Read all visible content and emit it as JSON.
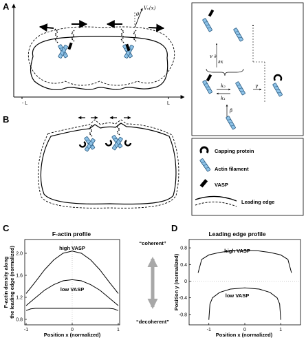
{
  "panels": {
    "A": {
      "letter": "A",
      "x_left": "- L",
      "x_right": "L",
      "velocity_label": "Vₙ(x)",
      "theta": "θ"
    },
    "B": {
      "letter": "B"
    },
    "C": {
      "letter": "C"
    },
    "D": {
      "letter": "D"
    }
  },
  "kinetics": {
    "advection": "v  ∂",
    "advection_den": "∂x",
    "k2": "k₂",
    "k1": "k₁",
    "gamma": "γ",
    "beta": "β"
  },
  "legend": {
    "capping": "Capping protein",
    "actin": "Actin filament",
    "vasp": "VASP",
    "leading_edge": "Leading edge"
  },
  "arrow_labels": {
    "coherent": "“coherent”",
    "decoherent": "“decoherent”"
  },
  "chart_data": [
    {
      "type": "line",
      "title": "F-actin profile",
      "xlabel": "Position x (normalized)",
      "ylabel": "F-actin density along the leading edge (normalized)",
      "ylabel_lines": [
        "F-actin density along",
        "the leading edge (normalized)"
      ],
      "xlim": [
        -1,
        1
      ],
      "ylim": [
        0.7,
        2.25
      ],
      "xticks": [
        "-1",
        "0",
        "1"
      ],
      "yticks": [
        "0.8",
        "1.2",
        "1.6",
        "2.0"
      ],
      "annotations": [
        "high VASP",
        "low VASP"
      ],
      "series": [
        {
          "x": [
            -1,
            -0.8,
            -0.6,
            -0.4,
            -0.2,
            0,
            0.2,
            0.4,
            0.6,
            0.8,
            1
          ],
          "y": [
            1.27,
            1.48,
            1.7,
            1.88,
            2.0,
            2.04,
            2.0,
            1.88,
            1.7,
            1.48,
            1.27
          ]
        },
        {
          "x": [
            -1,
            -0.8,
            -0.6,
            -0.4,
            -0.2,
            0,
            0.2,
            0.4,
            0.6,
            0.8,
            1
          ],
          "y": [
            1.05,
            1.19,
            1.33,
            1.43,
            1.5,
            1.52,
            1.5,
            1.43,
            1.33,
            1.19,
            1.05
          ]
        },
        {
          "x": [
            -1,
            -0.9,
            -0.8,
            -0.5,
            0,
            0.5,
            0.8,
            0.9,
            1
          ],
          "y": [
            0.96,
            0.99,
            1.0,
            1.0,
            1.0,
            1.0,
            1.0,
            0.99,
            0.96
          ]
        }
      ]
    },
    {
      "type": "line",
      "title": "Leading edge profile",
      "xlabel": "Position x (normalized)",
      "ylabel": "Position y (normalized)",
      "xlim": [
        -1.55,
        1.55
      ],
      "ylim": [
        -1.05,
        1.0
      ],
      "xticks": [
        "-1",
        "0",
        "1"
      ],
      "yticks": [
        "-0.8",
        "-0.4",
        "0",
        "0.4",
        "0.8"
      ],
      "annotations": [
        "high VASP",
        "low VASP"
      ],
      "series": [
        {
          "x": [
            -1.3,
            -1.2,
            -1.0,
            -0.7,
            -0.35,
            0,
            0.35,
            0.7,
            1.0,
            1.2,
            1.3
          ],
          "y": [
            0.2,
            0.52,
            0.63,
            0.69,
            0.73,
            0.74,
            0.73,
            0.69,
            0.63,
            0.52,
            0.2
          ]
        },
        {
          "x": [
            -1.0,
            -0.97,
            -0.9,
            -0.7,
            -0.4,
            0,
            0.4,
            0.7,
            0.9,
            0.97,
            1.0
          ],
          "y": [
            -0.93,
            -0.55,
            -0.4,
            -0.27,
            -0.19,
            -0.16,
            -0.19,
            -0.27,
            -0.4,
            -0.55,
            -0.93
          ]
        }
      ]
    }
  ]
}
